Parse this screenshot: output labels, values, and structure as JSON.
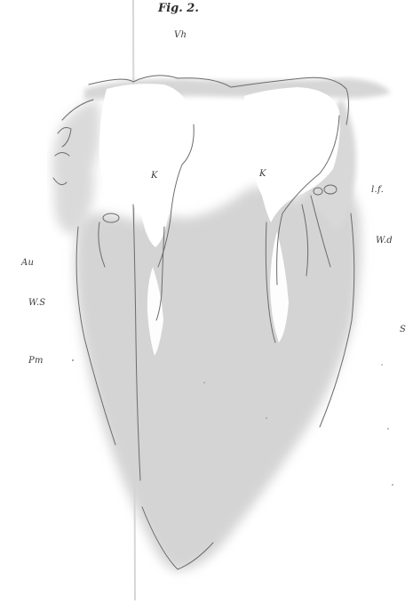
{
  "figure": {
    "title": "Fig. 2."
  },
  "labels": {
    "vh": "Vh",
    "k_left": "K",
    "k_right": "K",
    "lf": "l.f.",
    "wd": "W.d",
    "au": "Au",
    "ws": "W.S",
    "s": "S",
    "pm": "Pm"
  },
  "colors": {
    "tissue": "#d9d9d9",
    "line": "#6b6b6b",
    "background": "#ffffff"
  }
}
